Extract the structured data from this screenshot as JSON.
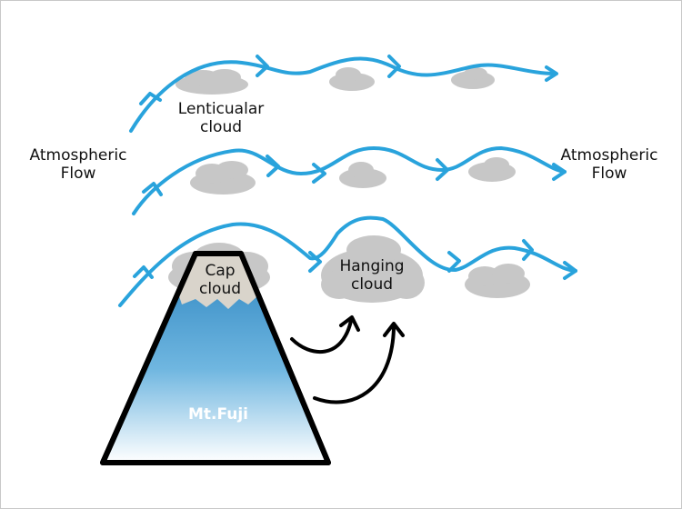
{
  "labels": {
    "flow_left_1": "Atmospheric",
    "flow_left_2": "Flow",
    "flow_right_1": "Atmospheric",
    "flow_right_2": "Flow",
    "lenticular_1": "Lenticualar",
    "lenticular_2": "cloud",
    "cap_1": "Cap",
    "cap_2": "cloud",
    "hanging_1": "Hanging",
    "hanging_2": "cloud",
    "mountain": "Mt.Fuji"
  },
  "colors": {
    "flow": "#29a3dc",
    "cloud": "#c7c7c7",
    "mountain_top": "#2e86c1",
    "mountain_bottom": "#ffffff",
    "snowcap": "#d9d4cb",
    "outline": "#000000",
    "text": "#111111",
    "mountain_text": "#ffffff"
  }
}
